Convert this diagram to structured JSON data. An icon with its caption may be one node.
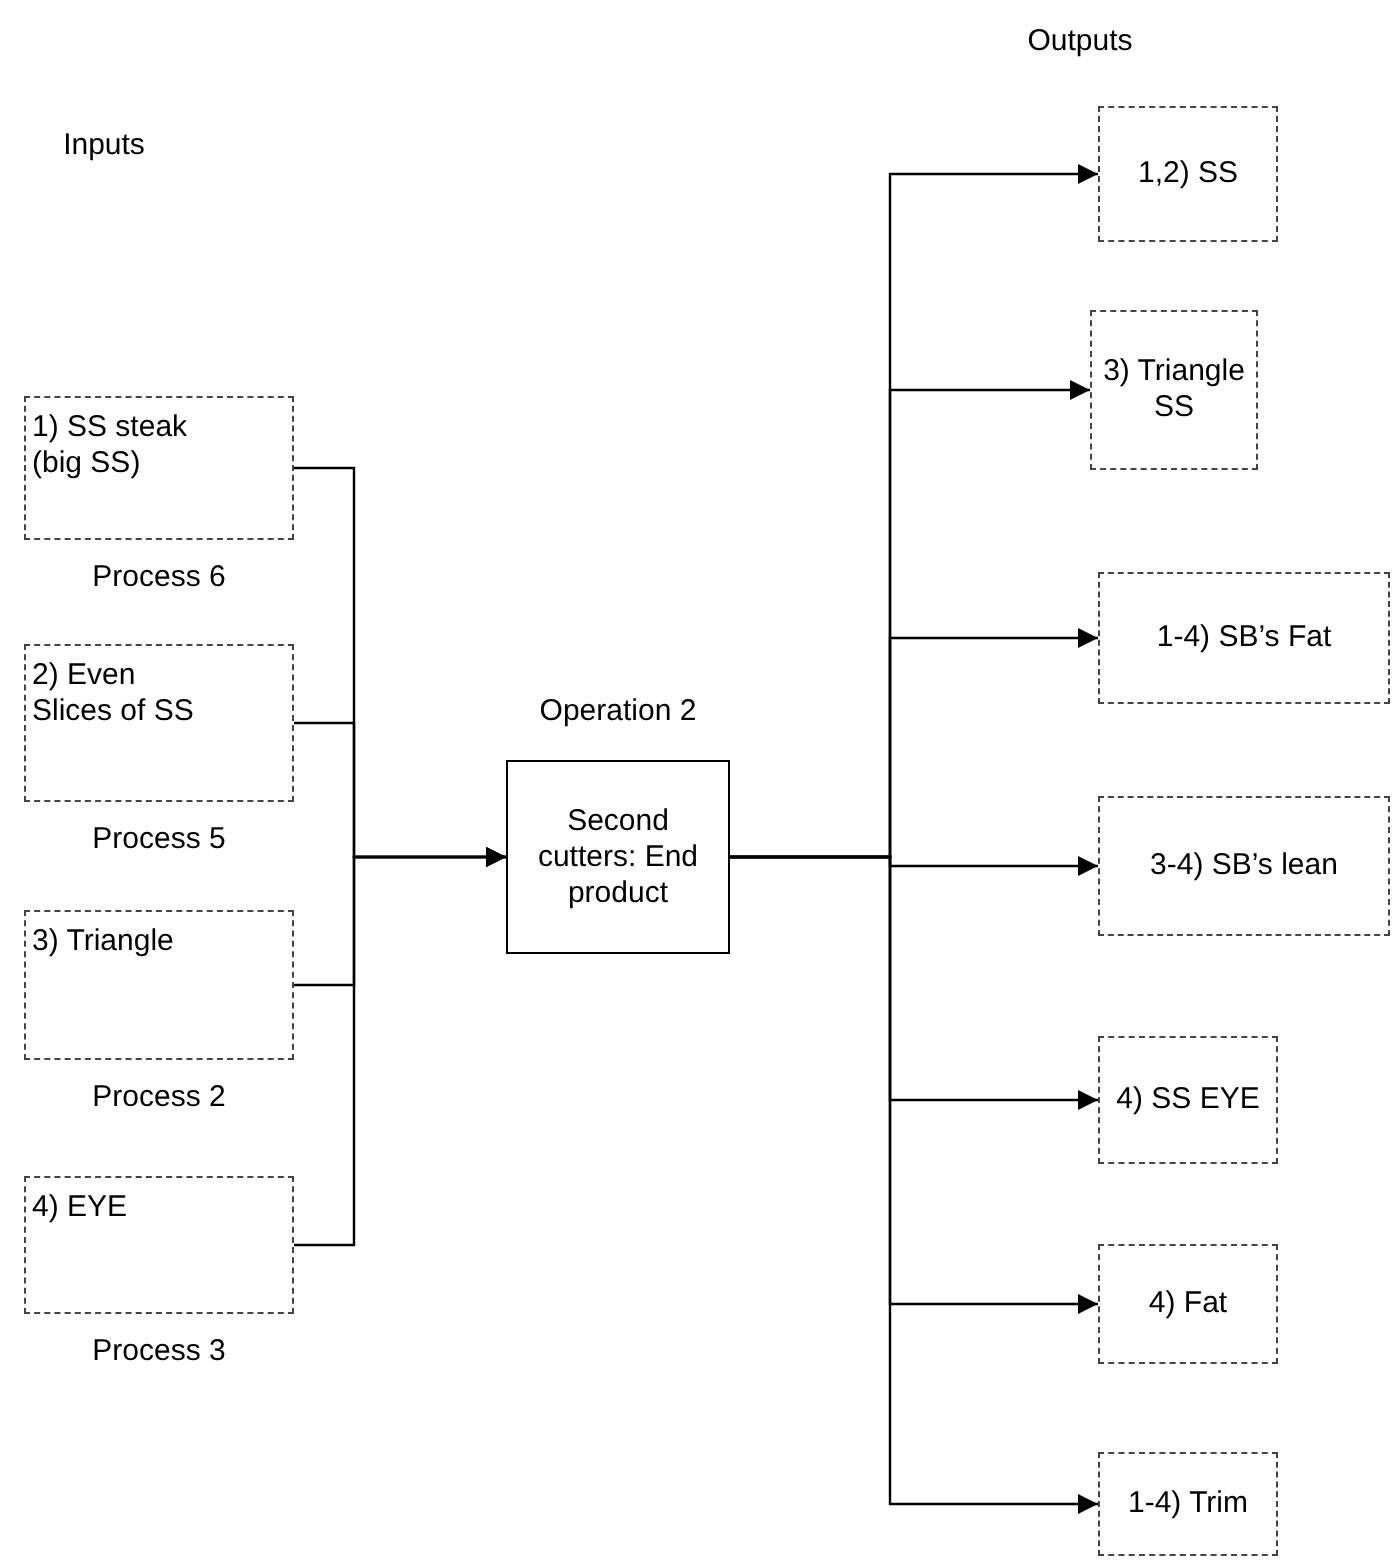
{
  "diagram": {
    "nodes": [
      {
        "text": [
          "1) SS steak (big SS)"
        ],
        "beside": [
          "Process 6"
        ]
      },
      {
        "text": [
          "2) Even Slices of SS"
        ],
        "beside": [
          "Process 5"
        ]
      },
      {
        "text": [
          "3) Triangle"
        ],
        "beside": [
          "Process 2"
        ]
      },
      {
        "text": [
          "4) EYE"
        ],
        "beside": [
          "Process 3"
        ]
      },
      {
        "text": [
          "Operation 2",
          "Second cutters: End product"
        ]
      },
      {
        "text": [
          "1,2) SS"
        ]
      },
      {
        "text": [
          "3) Triangle SS"
        ]
      },
      {
        "text": [
          "1-4) SB’s Fat"
        ]
      },
      {
        "text": [
          "3-4) SB’s lean"
        ]
      },
      {
        "text": [
          "4) SS EYE"
        ]
      },
      {
        "text": [
          "4) Fat"
        ]
      },
      {
        "text": [
          "1-4) Trim"
        ]
      }
    ],
    "edges": [
      {
        "from": 0,
        "to": 4,
        "arrow": "to"
      },
      {
        "from": 1,
        "to": 4,
        "arrow": "to"
      },
      {
        "from": 2,
        "to": 4,
        "arrow": "to"
      },
      {
        "from": 3,
        "to": 4,
        "arrow": "to"
      },
      {
        "from": 4,
        "to": 5,
        "arrow": "to"
      },
      {
        "from": 4,
        "to": 6,
        "arrow": "to"
      },
      {
        "from": 4,
        "to": 7,
        "arrow": "to"
      },
      {
        "from": 4,
        "to": 8,
        "arrow": "to"
      },
      {
        "from": 4,
        "to": 9,
        "arrow": "to"
      },
      {
        "from": 4,
        "to": 10,
        "arrow": "to"
      },
      {
        "from": 4,
        "to": 11,
        "arrow": "to"
      }
    ],
    "labels": [
      "Inputs",
      "Outputs"
    ]
  }
}
